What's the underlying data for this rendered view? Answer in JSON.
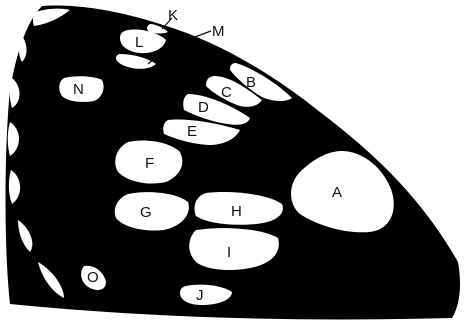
{
  "labels": {
    "A": "A",
    "B": "B",
    "C": "C",
    "D": "D",
    "E": "E",
    "F": "F",
    "G": "G",
    "H": "H",
    "I": "I",
    "J": "J",
    "K": "K",
    "L": "L",
    "M": "M",
    "N": "N",
    "O": "O"
  },
  "colors": {
    "wing": "#000000",
    "spots": "#ffffff",
    "text": "#111111",
    "background": "#ffffff"
  }
}
